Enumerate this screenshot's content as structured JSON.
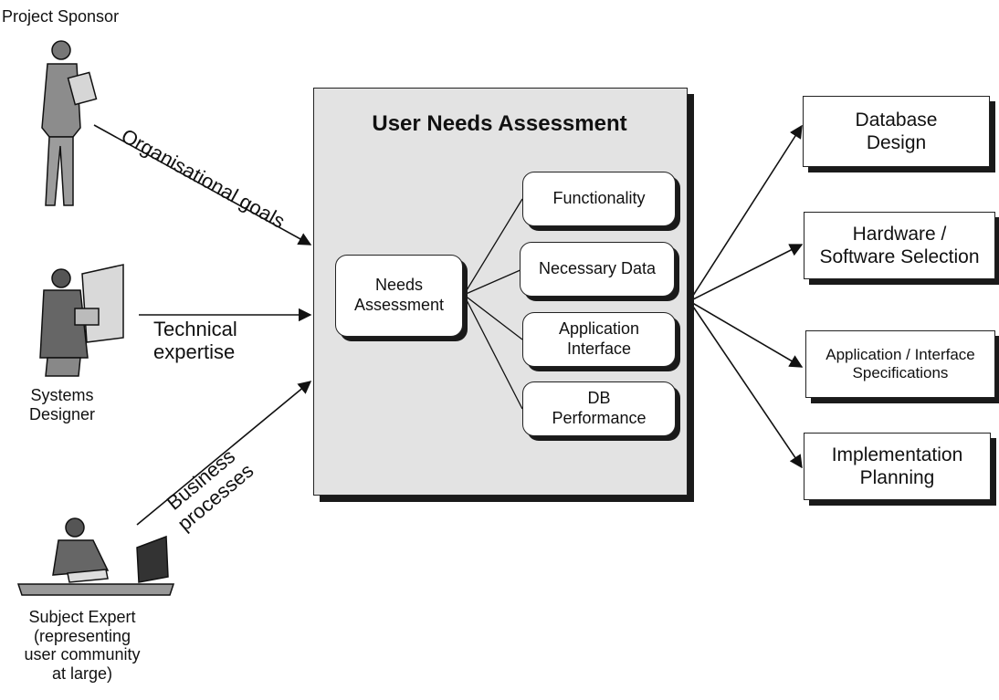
{
  "title": "User Needs Assessment",
  "actors": {
    "sponsor": "Project Sponsor",
    "designer": [
      "Systems",
      "Designer"
    ],
    "expert": [
      "Subject Expert",
      "(representing",
      "user community",
      "at large)"
    ]
  },
  "inputs": {
    "goals": "Organisational goals",
    "technical": [
      "Technical",
      "expertise"
    ],
    "business": [
      "Business",
      "processes"
    ]
  },
  "center": [
    "Needs",
    "Assessment"
  ],
  "components": {
    "functionality": [
      "Functionality"
    ],
    "data": [
      "Necessary Data"
    ],
    "interface": [
      "Application",
      "Interface"
    ],
    "performance": [
      "DB",
      "Performance"
    ]
  },
  "outputs": {
    "database": [
      "Database",
      "Design"
    ],
    "hardware": [
      "Hardware /",
      "Software Selection"
    ],
    "specs": [
      "Application / Interface",
      "Specifications"
    ],
    "planning": [
      "Implementation",
      "Planning"
    ]
  }
}
